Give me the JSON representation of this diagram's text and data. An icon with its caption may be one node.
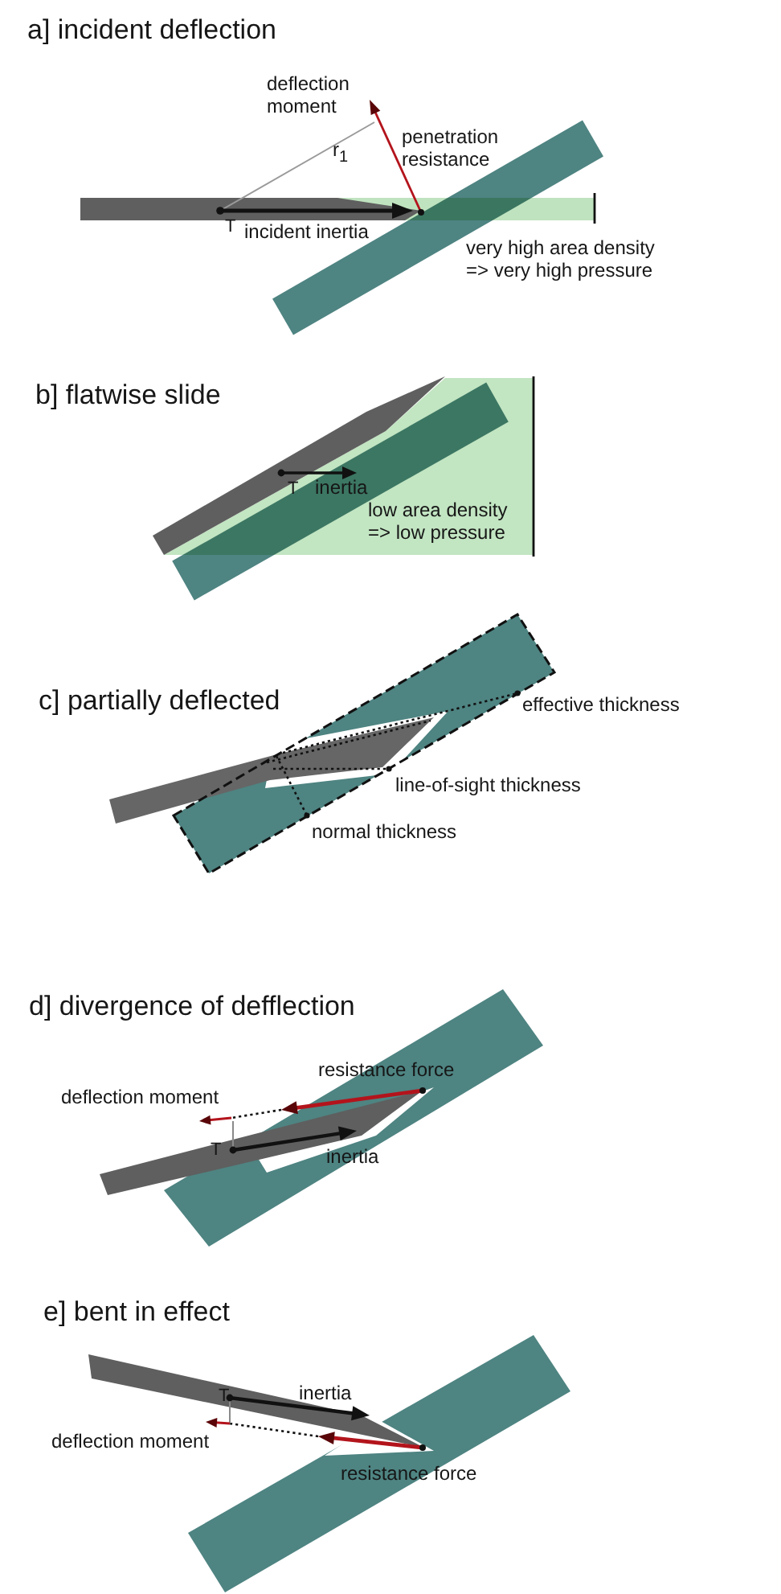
{
  "diagram": {
    "labels": [
      "a] incident deflection",
      "deflection moment",
      "r$_{1}$",
      "penetration resistance",
      "T",
      "incident inertia",
      "very high area density => very high pressure",
      "b] flatwise slide",
      "T",
      "inertia",
      "low area density => low pressure",
      "c] partially deflected",
      "effective thickness",
      "line-of-sight thickness",
      "normal thickness",
      "d] divergence of defflection",
      "resistance force",
      "deflection moment",
      "T",
      "inertia",
      "e] bent in effect",
      "T",
      "inertia",
      "deflection moment",
      "resistance force"
    ]
  }
}
